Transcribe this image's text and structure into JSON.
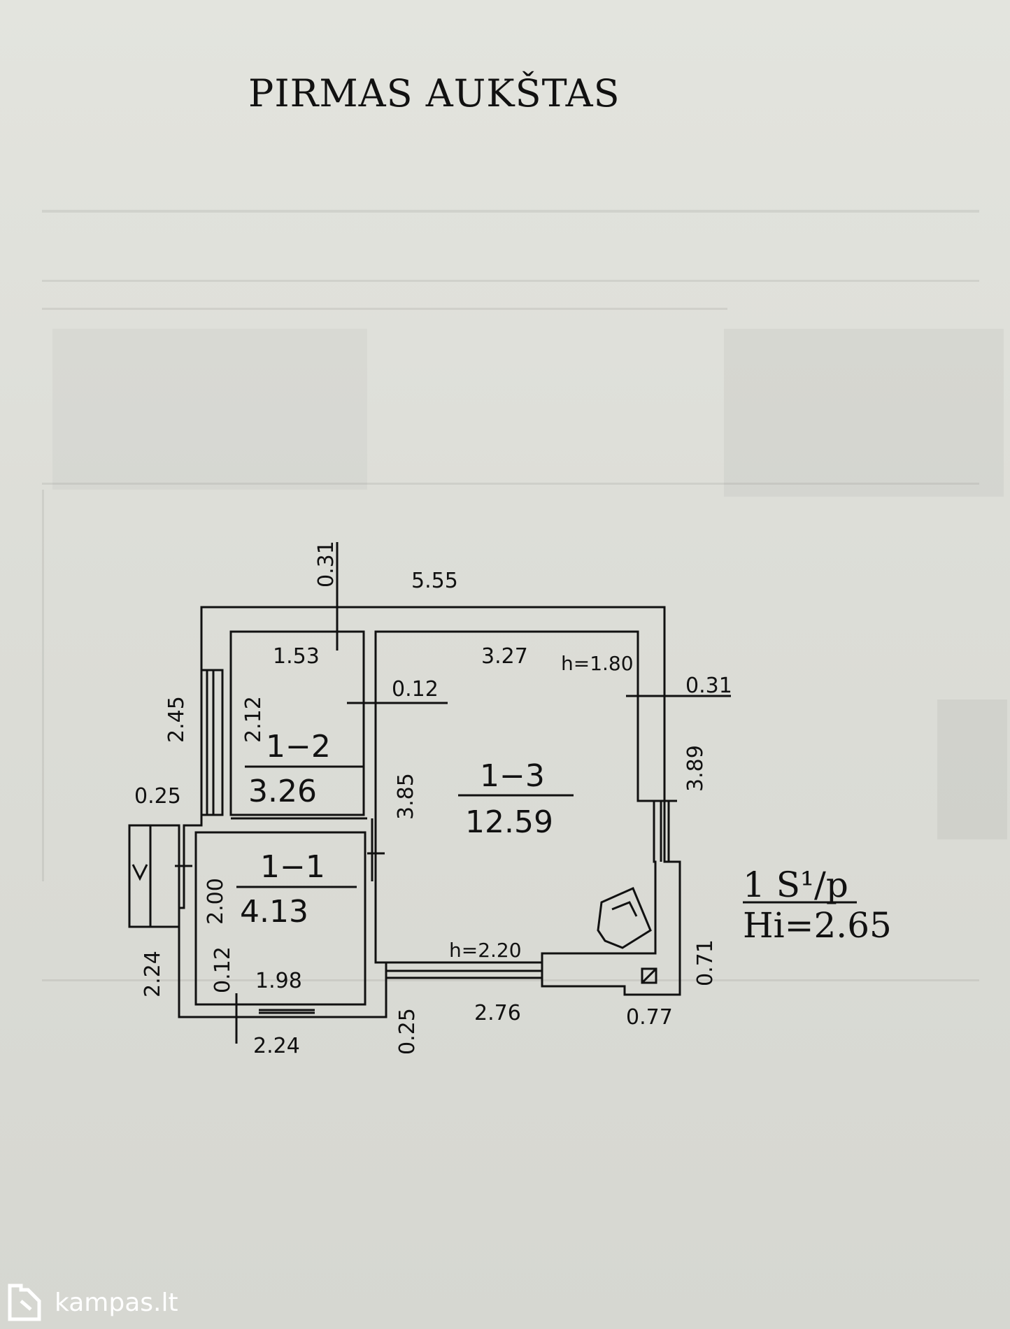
{
  "title": "PIRMAS AUKŠTAS",
  "dimensions": {
    "total_width": "5.55",
    "top_wall": "0.31",
    "room12_width": "1.53",
    "room13_width": "3.27",
    "ceiling_height_top": "h=1.80",
    "partition": "0.12",
    "right_wall": "0.31",
    "left_height": "2.45",
    "room12_height": "2.12",
    "room13_height": "3.85",
    "right_height": "3.89",
    "vestibule_wall": "0.25",
    "room11_height": "2.00",
    "left_lower": "2.24",
    "room11_wall": "0.12",
    "room11_width": "1.98",
    "bottom_left": "2.24",
    "bottom_wall": "0.25",
    "bottom_mid": "2.76",
    "bottom_right": "0.77",
    "right_lower": "0.71",
    "window_height": "h=2.20"
  },
  "rooms": [
    {
      "id": "1−2",
      "area": "3.26"
    },
    {
      "id": "1−3",
      "area": "12.59"
    },
    {
      "id": "1−1",
      "area": "4.13"
    }
  ],
  "legend": {
    "line1": "1 S¹/p",
    "line2": "Hi=2.65"
  },
  "watermark": "kampas.lt"
}
